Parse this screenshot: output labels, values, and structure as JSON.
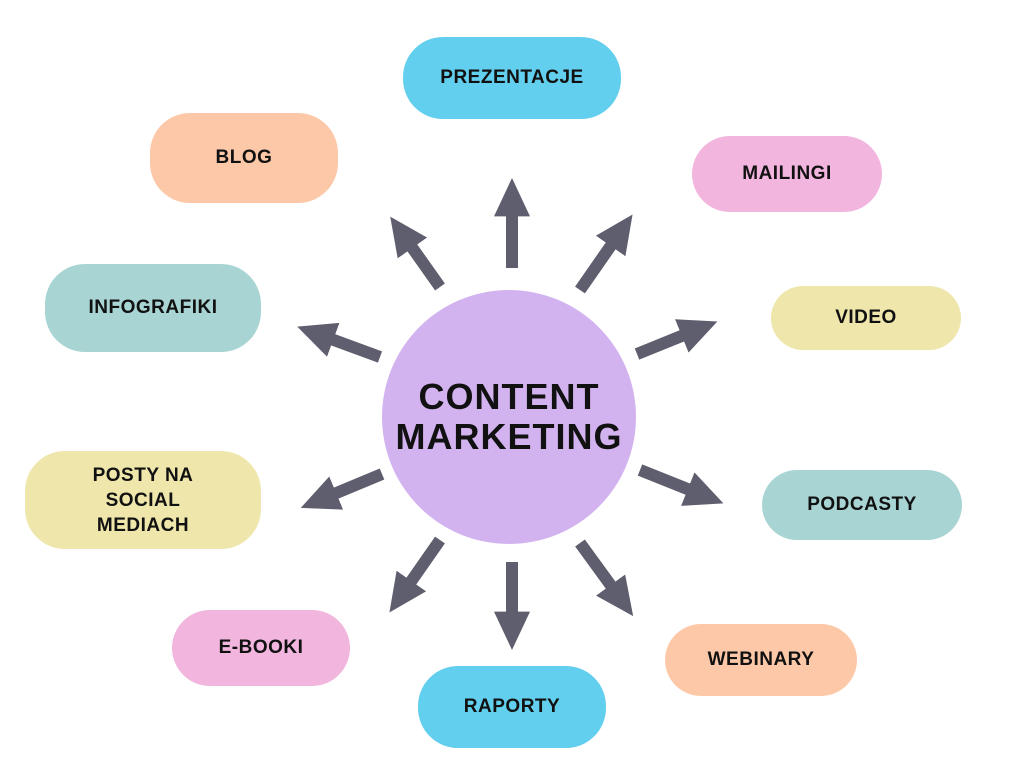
{
  "center": {
    "label_line1": "CONTENT",
    "label_line2": "MARKETING",
    "color": "#d3b3ef"
  },
  "arrow_color": "#5f5e6e",
  "nodes": [
    {
      "id": "prezentacje",
      "label": "PREZENTACJE",
      "color": "#62cfee"
    },
    {
      "id": "mailingi",
      "label": "MAILINGI",
      "color": "#f2b5de"
    },
    {
      "id": "video",
      "label": "VIDEO",
      "color": "#eee6ab"
    },
    {
      "id": "podcasty",
      "label": "PODCASTY",
      "color": "#a8d5d3"
    },
    {
      "id": "webinary",
      "label": "WEBINARY",
      "color": "#fcc8a8"
    },
    {
      "id": "raporty",
      "label": "RAPORTY",
      "color": "#62cfee"
    },
    {
      "id": "e-booki",
      "label": "E-BOOKI",
      "color": "#f2b5de"
    },
    {
      "id": "posty",
      "label_line1": "POSTY NA",
      "label_line2": "SOCIAL",
      "label_line3": "MEDIACH",
      "color": "#eee6ab"
    },
    {
      "id": "infografiki",
      "label": "INFOGRAFIKI",
      "color": "#a8d5d3"
    },
    {
      "id": "blog",
      "label": "BLOG",
      "color": "#fcc8a8"
    }
  ]
}
